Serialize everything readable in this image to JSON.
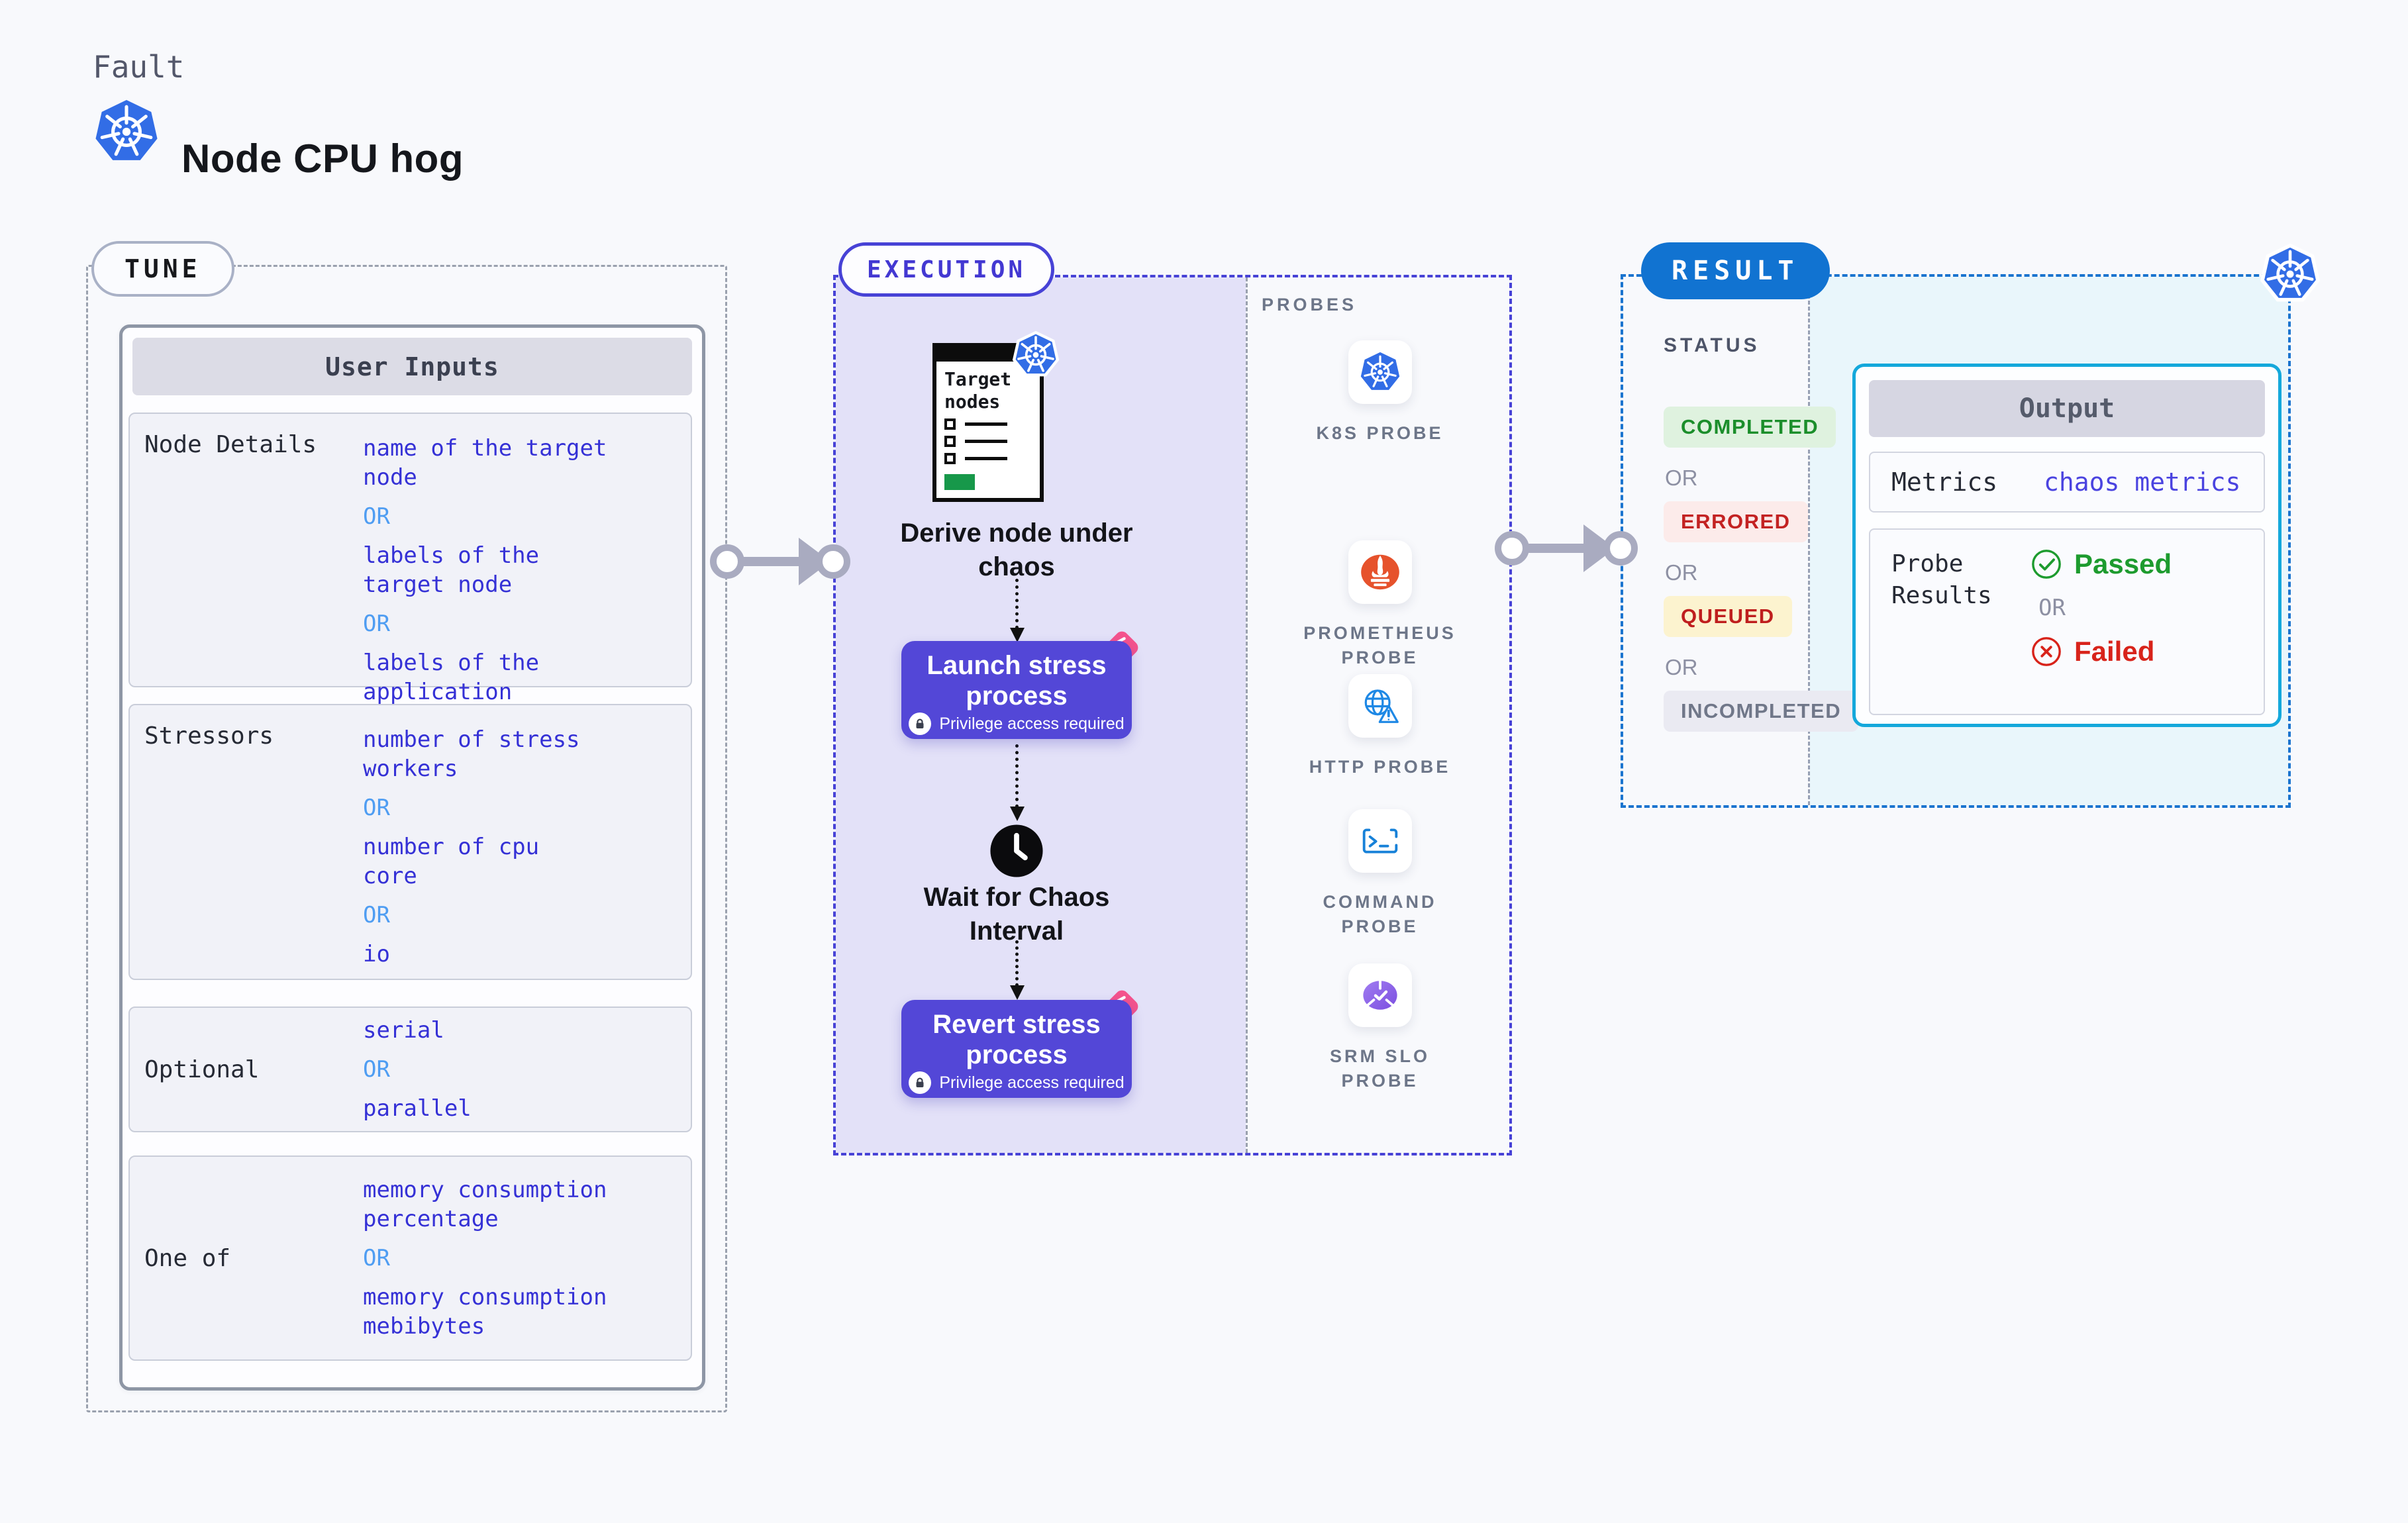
{
  "header": {
    "eyebrow": "Fault",
    "title": "Node CPU hog"
  },
  "tune": {
    "badge": "TUNE",
    "table_title": "User Inputs",
    "or_label": "OR",
    "rows": [
      {
        "label": "Node Details",
        "values": [
          "name of the target\nnode",
          "OR",
          "labels of the\ntarget node",
          "OR",
          "labels of the application\n scheduled on target node"
        ]
      },
      {
        "label": "Stressors",
        "values": [
          "number of stress\nworkers",
          "OR",
          "number of cpu\ncore",
          "OR",
          "io"
        ]
      },
      {
        "label": "Optional",
        "values": [
          "serial",
          "OR",
          "parallel"
        ]
      },
      {
        "label": "One of",
        "values": [
          "memory consumption\npercentage",
          "OR",
          "memory consumption\nmebibytes"
        ]
      }
    ]
  },
  "execution": {
    "badge": "EXECUTION",
    "doc_title": "Target nodes",
    "derive_caption": "Derive node under\nchaos",
    "wait_caption": "Wait for Chaos\nInterval",
    "launch_title": "Launch stress\nprocess",
    "revert_title": "Revert stress\nprocess",
    "privilege_note": "Privilege access required",
    "probes_title": "PROBES",
    "probes": [
      {
        "name": "K8S PROBE",
        "icon": "kubernetes"
      },
      {
        "name": "PROMETHEUS\nPROBE",
        "icon": "prometheus"
      },
      {
        "name": "HTTP PROBE",
        "icon": "http"
      },
      {
        "name": "COMMAND\nPROBE",
        "icon": "command"
      },
      {
        "name": "SRM SLO\nPROBE",
        "icon": "srm"
      }
    ]
  },
  "result": {
    "badge": "RESULT",
    "status_title": "STATUS",
    "status_separator": "OR",
    "status_badges": [
      "COMPLETED",
      "ERRORED",
      "QUEUED",
      "INCOMPLETED"
    ],
    "output": {
      "title": "Output",
      "metrics_label": "Metrics",
      "metrics_value": "chaos metrics",
      "probe_results_label": "Probe\nResults",
      "passed": "Passed",
      "or": "OR",
      "failed": "Failed"
    }
  },
  "colors": {
    "page_bg": "#f8f9fc",
    "kubernetes_blue": "#326de6",
    "tune_gray": "#9aa1ae",
    "execution_accent": "#4742d6",
    "result_accent": "#1a74cf",
    "output_border": "#14a8db",
    "value_blue": "#3531d6",
    "or_blue": "#4f9df2",
    "button_purple": "#5347d7",
    "ribbon_pink": "#f4538d",
    "passed_green": "#1d9b2e",
    "failed_red": "#d8231a",
    "prometheus_orange": "#e6522c",
    "probe_text": "#6d7689",
    "arrow_gray": "#a9abc0"
  }
}
